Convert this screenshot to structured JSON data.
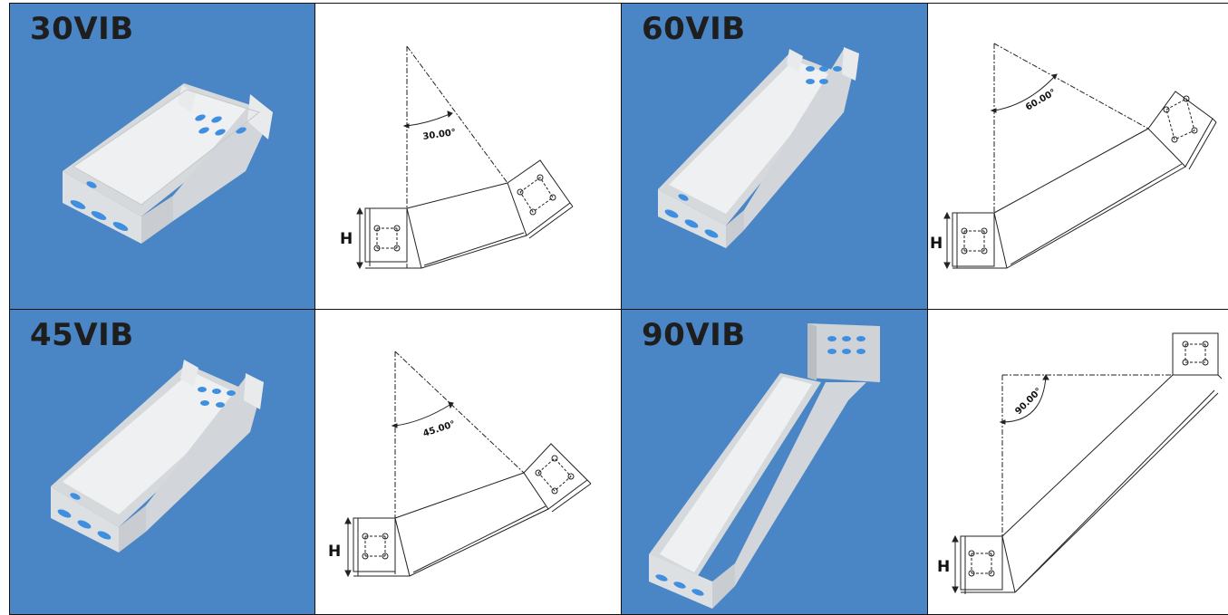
{
  "panels": [
    {
      "code": "30VIB",
      "angle_label": "30.00°",
      "height_label": "H",
      "angle": 30
    },
    {
      "code": "60VIB",
      "angle_label": "60.00°",
      "height_label": "H",
      "angle": 60
    },
    {
      "code": "45VIB",
      "angle_label": "45.00°",
      "height_label": "H",
      "angle": 45
    },
    {
      "code": "90VIB",
      "angle_label": "90.00°",
      "height_label": "H",
      "angle": 90
    }
  ],
  "colors": {
    "photo_background": "#4a86c5",
    "tray_body": "#e6e8ea",
    "slot_holes": "#3f8fe0"
  }
}
